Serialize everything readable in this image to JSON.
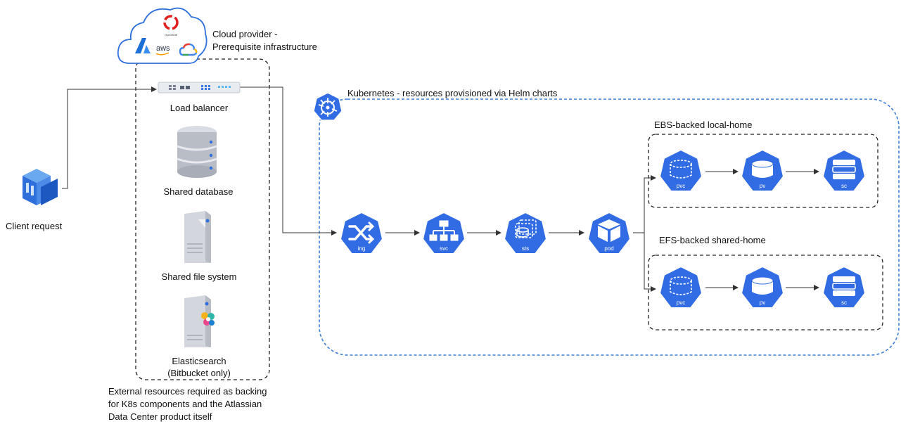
{
  "client": {
    "label": "Client request"
  },
  "cloud": {
    "title_line1": "Cloud provider -",
    "title_line2": "Prerequisite infrastructure",
    "logos": [
      "azure-logo",
      "redhat-openshift-logo",
      "aws-logo",
      "google-cloud-logo"
    ],
    "logo_texts": {
      "aws": "aws",
      "openshift": "OpenShift"
    }
  },
  "infra": {
    "load_balancer": "Load balancer",
    "database": "Shared database",
    "filesystem": "Shared file system",
    "search_line1": "Elasticsearch",
    "search_line2": "(Bitbucket only)",
    "caption_line1": "External resources required as backing",
    "caption_line2": "for K8s components and the Atlassian",
    "caption_line3": "Data Center product itself"
  },
  "k8s": {
    "title": "Kubernetes - resources provisioned via Helm charts",
    "pipeline": {
      "ing": "ing",
      "svc": "svc",
      "sts": "sts",
      "pod": "pod"
    },
    "ebs": {
      "title": "EBS-backed local-home",
      "pvc": "pvc",
      "pv": "pv",
      "sc": "sc"
    },
    "efs": {
      "title": "EFS-backed shared-home",
      "pvc": "pvc",
      "pv": "pv",
      "sc": "sc"
    }
  },
  "colors": {
    "k8s_blue": "#326ce5",
    "dashed_border": "#222222",
    "k8s_border": "#3f7fd6",
    "wire": "#333333",
    "icon_grey": "#c8ccd4",
    "icon_blue": "#2f6fdc"
  }
}
